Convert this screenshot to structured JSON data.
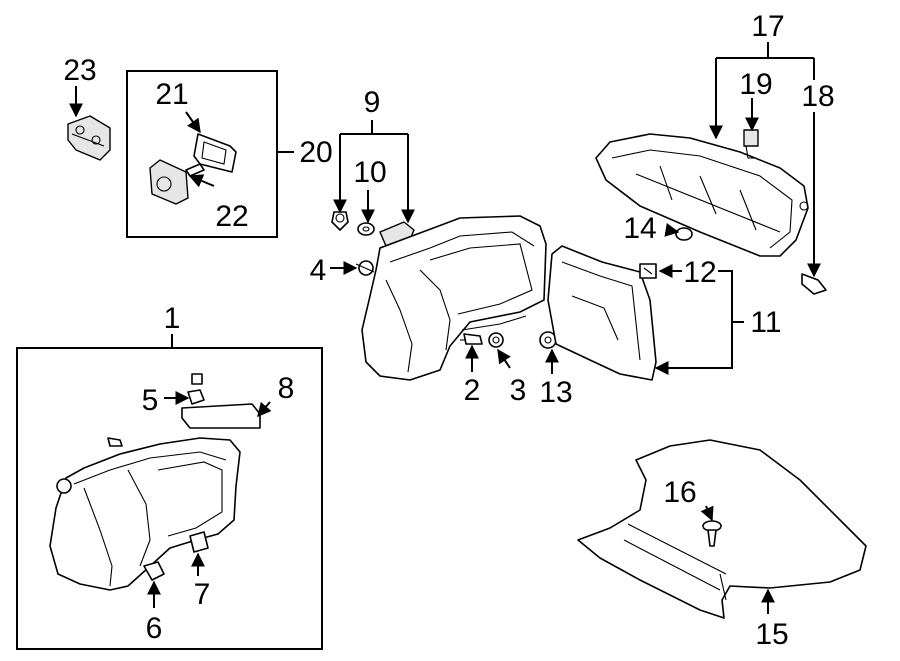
{
  "callouts": {
    "c1": "1",
    "c2": "2",
    "c3": "3",
    "c4": "4",
    "c5": "5",
    "c6": "6",
    "c7": "7",
    "c8": "8",
    "c9": "9",
    "c10": "10",
    "c11": "11",
    "c12": "12",
    "c13": "13",
    "c14": "14",
    "c15": "15",
    "c16": "16",
    "c17": "17",
    "c18": "18",
    "c19": "19",
    "c20": "20",
    "c21": "21",
    "c22": "22",
    "c23": "23"
  },
  "colors": {
    "line": "#000000",
    "background": "#ffffff",
    "shade": "#e6e6e6"
  }
}
